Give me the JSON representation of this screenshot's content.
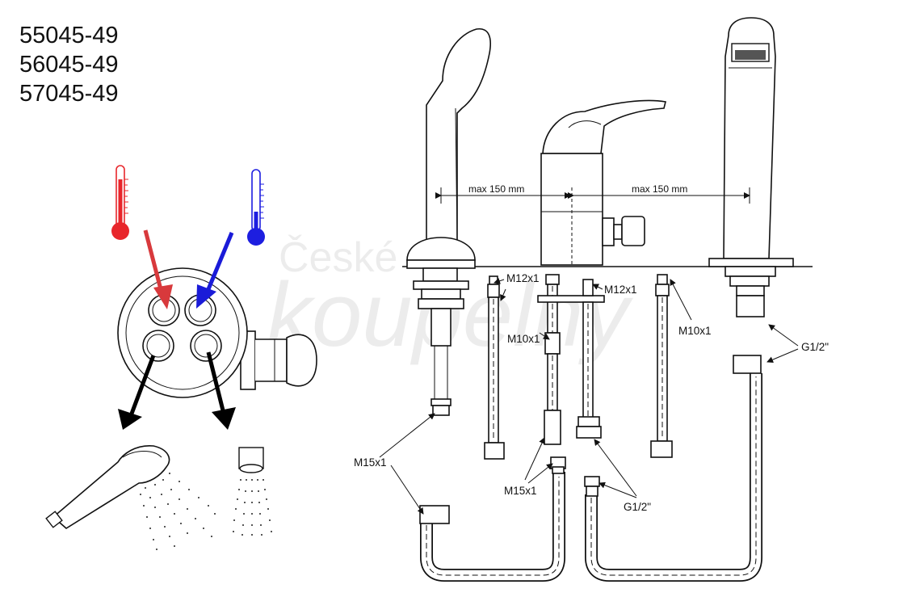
{
  "model_codes": [
    "55045-49",
    "56045-49",
    "57045-49"
  ],
  "watermark": {
    "line1": "České",
    "line2": "koupelny"
  },
  "dimensions": {
    "left": "max 150 mm",
    "right": "max 150 mm"
  },
  "labels": {
    "m12x1_a": "M12x1",
    "m12x1_b": "M12x1",
    "m10x1_a": "M10x1",
    "m10x1_b": "M10x1",
    "m15x1_a": "M15x1",
    "m15x1_b": "M15x1",
    "g12_a": "G1/2\"",
    "g12_b": "G1/2\""
  },
  "colors": {
    "hot": "#e8262b",
    "cold": "#1d1ee0",
    "hot_arrow": "#d8393c",
    "cold_arrow": "#1a1bd8",
    "outlet_arrow": "#000000"
  },
  "icons": [
    "thermometer-hot-icon",
    "thermometer-cold-icon",
    "hand-shower-icon",
    "aerator-icon"
  ]
}
